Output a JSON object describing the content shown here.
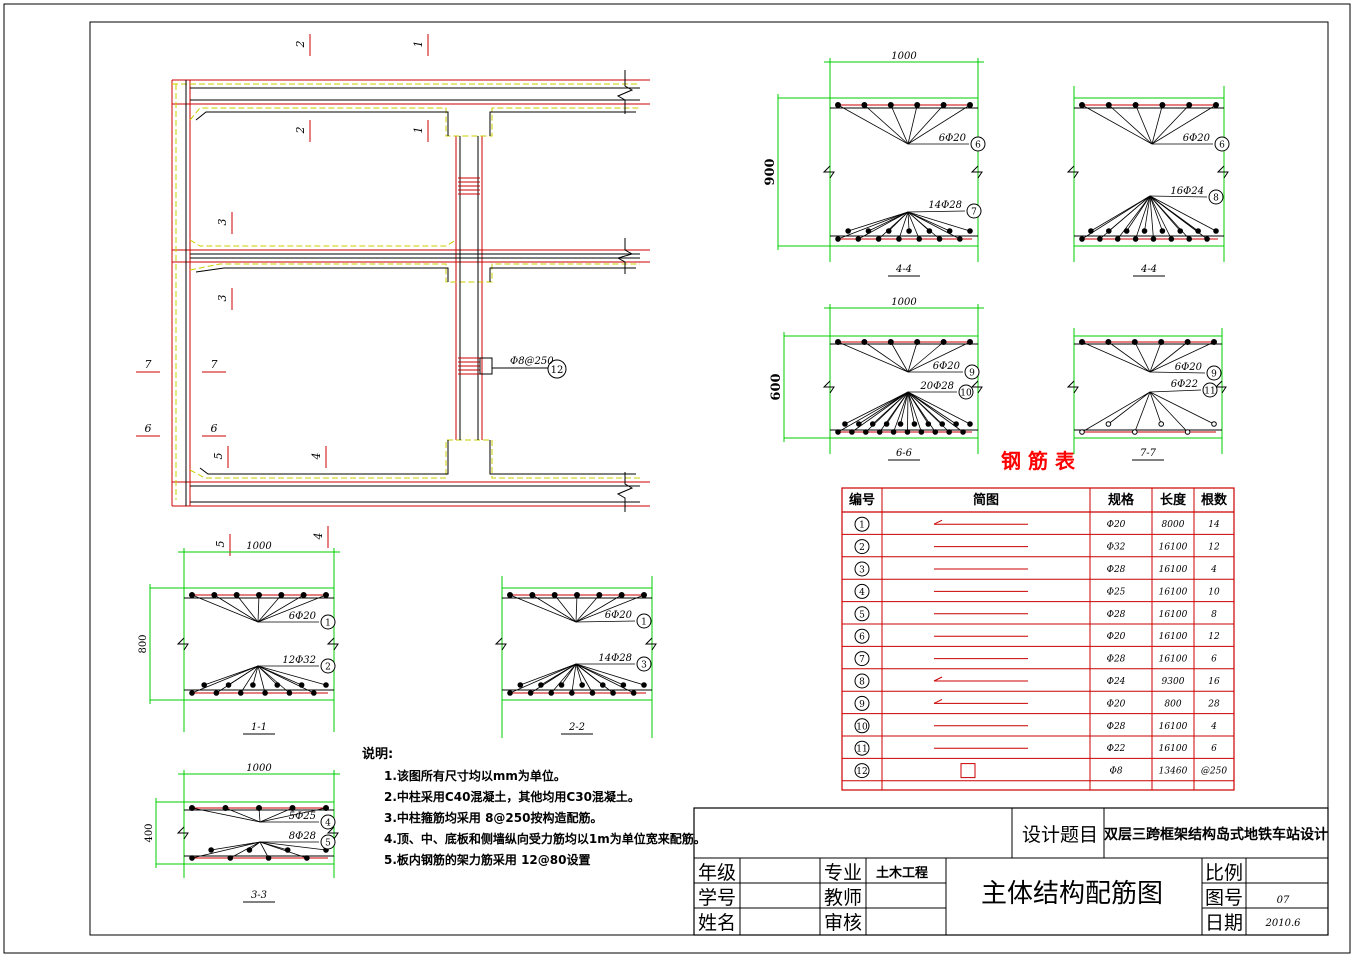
{
  "colors": {
    "frame": "#000000",
    "dim": "#00cc00",
    "section": "#cc0000",
    "haunch": "#cccc00",
    "text": "#000000",
    "title_red": "#ff0000"
  },
  "plan": {
    "section_marks": [
      "2",
      "1",
      "2",
      "1",
      "3",
      "3",
      "7",
      "7",
      "6",
      "6",
      "5",
      "4",
      "5",
      "4"
    ],
    "stirrup_note": "Φ8@250",
    "stirrup_id": "12"
  },
  "sections": {
    "s11": {
      "width": "1000",
      "height": "800",
      "top": "6Φ20",
      "top_id": "1",
      "bot": "12Φ32",
      "bot_id": "2",
      "label": "1-1"
    },
    "s22": {
      "top": "6Φ20",
      "top_id": "1",
      "bot": "14Φ28",
      "bot_id": "3",
      "label": "2-2"
    },
    "s33": {
      "width": "1000",
      "height": "400",
      "top": "5Φ25",
      "top_id": "4",
      "bot": "8Φ28",
      "bot_id": "5",
      "label": "3-3"
    },
    "s44a": {
      "width": "1000",
      "height": "900",
      "top": "6Φ20",
      "top_id": "6",
      "bot": "14Φ28",
      "bot_id": "7",
      "label": "4-4"
    },
    "s44b": {
      "top": "6Φ20",
      "top_id": "6",
      "bot": "16Φ24",
      "bot_id": "8",
      "label": "4-4"
    },
    "s66": {
      "width": "1000",
      "height": "600",
      "top": "6Φ20",
      "top_id": "9",
      "bot": "20Φ28",
      "bot_id": "10",
      "label": "6-6"
    },
    "s77": {
      "top": "6Φ20",
      "top_id": "9",
      "bot": "6Φ22",
      "bot_id": "11",
      "label": "7-7"
    }
  },
  "notes": {
    "title": "说明:",
    "items": [
      "1.该图所有尺寸均以mm为单位。",
      "2.中柱采用C40混凝土，其他均用C30混凝土。",
      "3.中柱箍筋均采用  8@250按构造配筋。",
      "4.顶、中、底板和侧墙纵向受力筋均以1m为单位宽来配筋。",
      "5.板内钢筋的架力筋采用  12@80设置"
    ]
  },
  "rebar_table": {
    "title": "钢 筋 表",
    "headers": [
      "编号",
      "简图",
      "规格",
      "长度",
      "根数"
    ],
    "rows": [
      {
        "id": "1",
        "spec": "Φ20",
        "length": "8000",
        "count": "14"
      },
      {
        "id": "2",
        "spec": "Φ32",
        "length": "16100",
        "count": "12"
      },
      {
        "id": "3",
        "spec": "Φ28",
        "length": "16100",
        "count": "4"
      },
      {
        "id": "4",
        "spec": "Φ25",
        "length": "16100",
        "count": "10"
      },
      {
        "id": "5",
        "spec": "Φ28",
        "length": "16100",
        "count": "8"
      },
      {
        "id": "6",
        "spec": "Φ20",
        "length": "16100",
        "count": "12"
      },
      {
        "id": "7",
        "spec": "Φ28",
        "length": "16100",
        "count": "6"
      },
      {
        "id": "8",
        "spec": "Φ24",
        "length": "9300",
        "count": "16"
      },
      {
        "id": "9",
        "spec": "Φ20",
        "length": "800",
        "count": "28"
      },
      {
        "id": "10",
        "spec": "Φ28",
        "length": "16100",
        "count": "4"
      },
      {
        "id": "11",
        "spec": "Φ22",
        "length": "16100",
        "count": "6"
      },
      {
        "id": "12",
        "spec": "Φ8",
        "length": "13460",
        "count": "@250"
      }
    ]
  },
  "title_block": {
    "topic_label": "设计题目",
    "topic": "双层三跨框架结构岛式地铁车站设计",
    "grade": "年级",
    "major": "专业",
    "major_value": "土木工程",
    "student_no": "学号",
    "teacher": "教师",
    "name": "姓名",
    "review": "审核",
    "drawing_title": "主体结构配筋图",
    "scale": "比例",
    "drawing_no": "图号",
    "drawing_no_value": "07",
    "date": "日期",
    "date_value": "2010.6"
  }
}
